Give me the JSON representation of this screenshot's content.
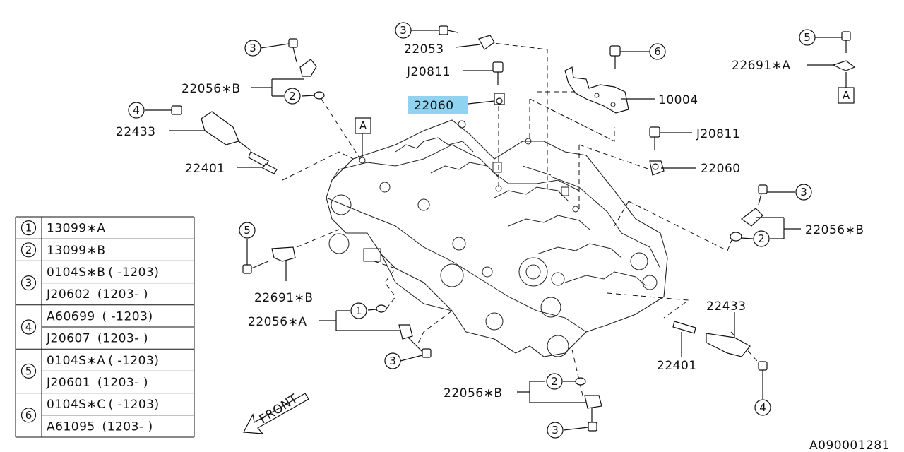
{
  "diagram": {
    "callouts": {
      "c_22053": "22053",
      "c_j20811_top": "J20811",
      "c_22060_top": "22060",
      "c_10004": "10004",
      "c_j20811_right": "J20811",
      "c_22060_right": "22060",
      "c_22691a": "22691∗A",
      "c_22056b_tl": "22056∗B",
      "c_22433_left": "22433",
      "c_22401_left": "22401",
      "c_22056b_right": "22056∗B",
      "c_22691b": "22691∗B",
      "c_22056a": "22056∗A",
      "c_22433_right": "22433",
      "c_22401_right": "22401",
      "c_22056b_bottom": "22056∗B",
      "ref_a_top_right": "A",
      "ref_a_engine": "A",
      "front_label": "FRONT",
      "diagram_code": "A090001281"
    },
    "markers": {
      "m3_top": "3",
      "m6_top": "6",
      "m5_topright": "5",
      "m3_tl": "3",
      "m2_tl": "2",
      "m4_left": "4",
      "m3_right": "3",
      "m2_right": "2",
      "m5_left": "5",
      "m1_mid": "1",
      "m3_mid": "3",
      "m2_bottom": "2",
      "m3_bottom": "3",
      "m4_right": "4"
    },
    "highlight_color": "#8fd3f0"
  },
  "legend": {
    "rows": [
      {
        "key": "1",
        "entries": [
          "13099∗A"
        ]
      },
      {
        "key": "2",
        "entries": [
          "13099∗B"
        ]
      },
      {
        "key": "3",
        "entries": [
          "0104S∗B ( -1203)",
          "J20602  (1203- )"
        ]
      },
      {
        "key": "4",
        "entries": [
          "A60699  ( -1203)",
          "J20607  (1203- )"
        ]
      },
      {
        "key": "5",
        "entries": [
          "0104S∗A ( -1203)",
          "J20601  (1203- )"
        ]
      },
      {
        "key": "6",
        "entries": [
          "0104S∗C ( -1203)",
          "A61095  (1203- )"
        ]
      }
    ]
  }
}
